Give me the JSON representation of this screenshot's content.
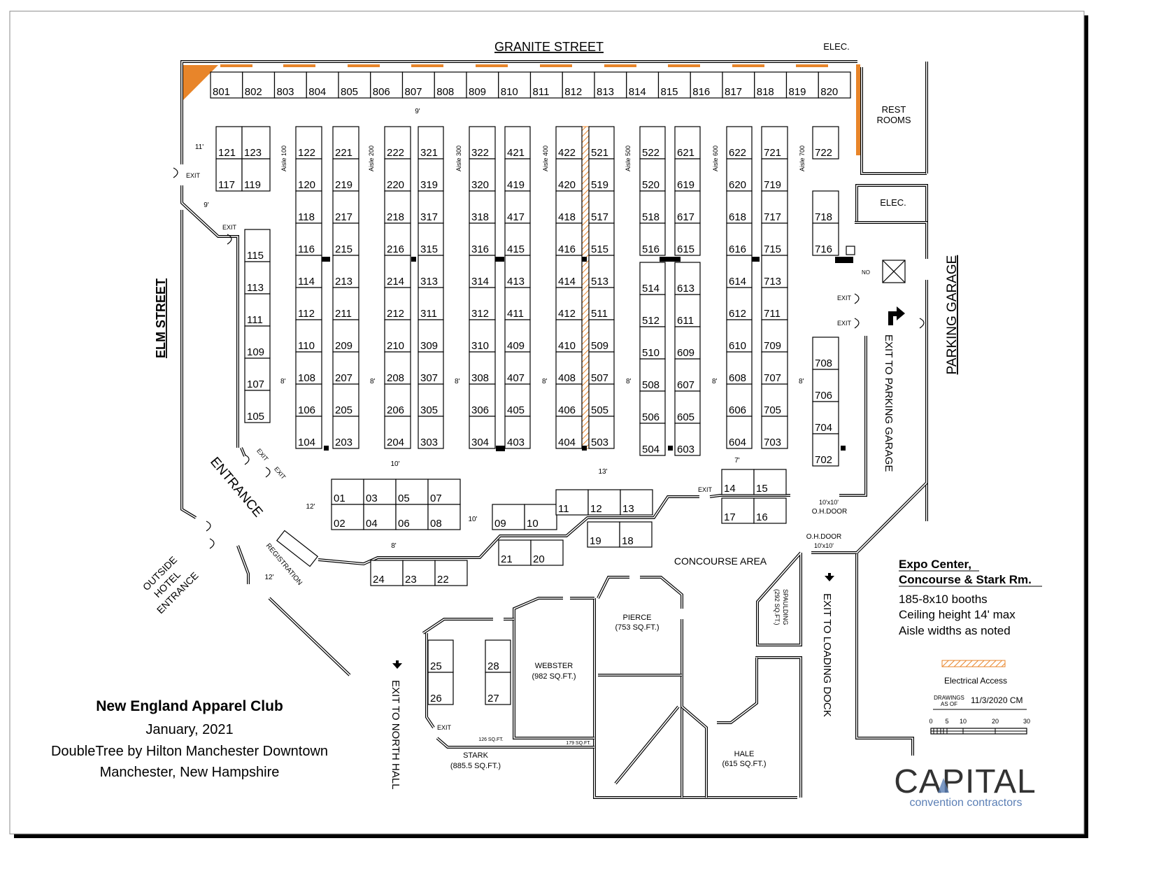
{
  "streets": {
    "north": "GRANITE STREET",
    "west": "ELM STREET",
    "east": "PARKING GARAGE"
  },
  "labels": {
    "elec_top": "ELEC.",
    "rest_rooms_1": "REST",
    "rest_rooms_2": "ROOMS",
    "elec_right": "ELEC.",
    "exit": "EXIT",
    "no": "NO",
    "exit_parking": "EXIT TO PARKING GARAGE",
    "entrance": "ENTRANCE",
    "outside_1": "OUTSIDE",
    "outside_2": "HOTEL",
    "outside_3": "ENTRANCE",
    "registration": "REGISTRATION",
    "concourse": "CONCOURSE AREA",
    "exit_loading": "EXIT TO LOADING DOCK",
    "exit_north": "EXIT TO NORTH HALL",
    "ohdoor_1_size": "10'x10'",
    "ohdoor_1": "O.H.DOOR",
    "ohdoor_2": "O.H.DOOR",
    "ohdoor_2_size": "10'x10'"
  },
  "aisles": [
    "Aisle 100",
    "Aisle 200",
    "Aisle 300",
    "Aisle 400",
    "Aisle 500",
    "Aisle 600",
    "Aisle 700"
  ],
  "widths": {
    "w9a": "9'",
    "w11": "11'",
    "w9b": "9'",
    "w8": "8'",
    "w10a": "10'",
    "w13": "13'",
    "w7": "7'",
    "w12a": "12'",
    "w10b": "10'",
    "w8b": "8'",
    "w12b": "12'"
  },
  "rooms": {
    "pierce": "PIERCE",
    "pierce_area": "(753 SQ.FT.)",
    "webster": "WEBSTER",
    "webster_area": "(982 SQ.FT.)",
    "stark": "STARK",
    "stark_area": "(885.5 SQ.FT.)",
    "hale": "HALE",
    "hale_area": "(615 SQ.FT.)",
    "spaulding": "SPAULDING",
    "spaulding_area": "(292 SQ.FT.)",
    "small_126": "126 SQ.FT.",
    "small_179": "179 SQ.FT."
  },
  "booths": {
    "r801": [
      "801",
      "802",
      "803",
      "804",
      "805",
      "806",
      "807",
      "808",
      "809",
      "810",
      "811",
      "812",
      "813",
      "814",
      "815",
      "816",
      "817",
      "818",
      "819",
      "820"
    ],
    "c1a": [
      "121",
      "117"
    ],
    "c1b": [
      "123",
      "119"
    ],
    "c1c": [
      "115",
      "113",
      "111",
      "109",
      "107",
      "105"
    ],
    "c2a": [
      "122",
      "120",
      "118",
      "116",
      "114",
      "112",
      "110",
      "108",
      "106",
      "104"
    ],
    "c2b": [
      "221",
      "219",
      "217",
      "215",
      "213",
      "211",
      "209",
      "207",
      "205",
      "203"
    ],
    "c3a": [
      "222",
      "220",
      "218",
      "216",
      "214",
      "212",
      "210",
      "208",
      "206",
      "204"
    ],
    "c3b": [
      "321",
      "319",
      "317",
      "315",
      "313",
      "311",
      "309",
      "307",
      "305",
      "303"
    ],
    "c4a": [
      "322",
      "320",
      "318",
      "316",
      "314",
      "312",
      "310",
      "308",
      "306",
      "304"
    ],
    "c4b": [
      "421",
      "419",
      "417",
      "415",
      "413",
      "411",
      "409",
      "407",
      "405",
      "403"
    ],
    "c5a": [
      "422",
      "420",
      "418",
      "416",
      "414",
      "412",
      "410",
      "408",
      "406",
      "404"
    ],
    "c5b": [
      "521",
      "519",
      "517",
      "515",
      "513",
      "511",
      "509",
      "507",
      "505",
      "503"
    ],
    "c6a": [
      "522",
      "520",
      "518",
      "516"
    ],
    "c6b": [
      "621",
      "619",
      "617",
      "615"
    ],
    "c6c": [
      "514",
      "512",
      "510",
      "508",
      "506",
      "504"
    ],
    "c6d": [
      "613",
      "611",
      "609",
      "607",
      "605",
      "603"
    ],
    "c7a": [
      "622",
      "620",
      "618",
      "616",
      "614",
      "612",
      "610",
      "608",
      "606",
      "604"
    ],
    "c7b": [
      "721",
      "719",
      "717",
      "715",
      "713",
      "711",
      "709",
      "707",
      "705",
      "703"
    ],
    "c7c": [
      "722"
    ],
    "c7d": [
      "718",
      "716"
    ],
    "c7e": [
      "708",
      "706",
      "704",
      "702"
    ],
    "rA1": [
      "01",
      "03",
      "05",
      "07"
    ],
    "rA2": [
      "02",
      "04",
      "06",
      "08"
    ],
    "rB": [
      "09",
      "10"
    ],
    "rC": [
      "11",
      "12",
      "13"
    ],
    "rD": [
      "19",
      "18"
    ],
    "rE": [
      "21",
      "20"
    ],
    "rF": [
      "24",
      "23",
      "22"
    ],
    "rG1": [
      "14",
      "15"
    ],
    "rG2": [
      "17",
      "16"
    ],
    "c25": [
      "25",
      "26"
    ],
    "c28": [
      "28",
      "27"
    ]
  },
  "title_block": {
    "title": "New England Apparel Club",
    "date": "January, 2021",
    "venue": "DoubleTree by Hilton Manchester Downtown",
    "location": "Manchester, New Hampshire"
  },
  "legend": {
    "heading_1": "Expo Center,",
    "heading_2": "Concourse & Stark Rm.",
    "line_1": "185-8x10 booths",
    "line_2": "Ceiling height 14' max",
    "line_3": "Aisle widths as noted",
    "electrical": "Electrical Access",
    "drawings_1": "DRAWINGS",
    "drawings_2": "AS OF",
    "drawings_date": "11/3/2020 CM",
    "scale_ticks": [
      "0",
      "5",
      "10",
      "20",
      "30"
    ]
  },
  "logo": {
    "name": "CAPITAL",
    "tagline": "convention contractors"
  },
  "colors": {
    "electrical": "#e8852a",
    "logo_blue": "#5b7fb5",
    "logo_gray": "#333333"
  }
}
